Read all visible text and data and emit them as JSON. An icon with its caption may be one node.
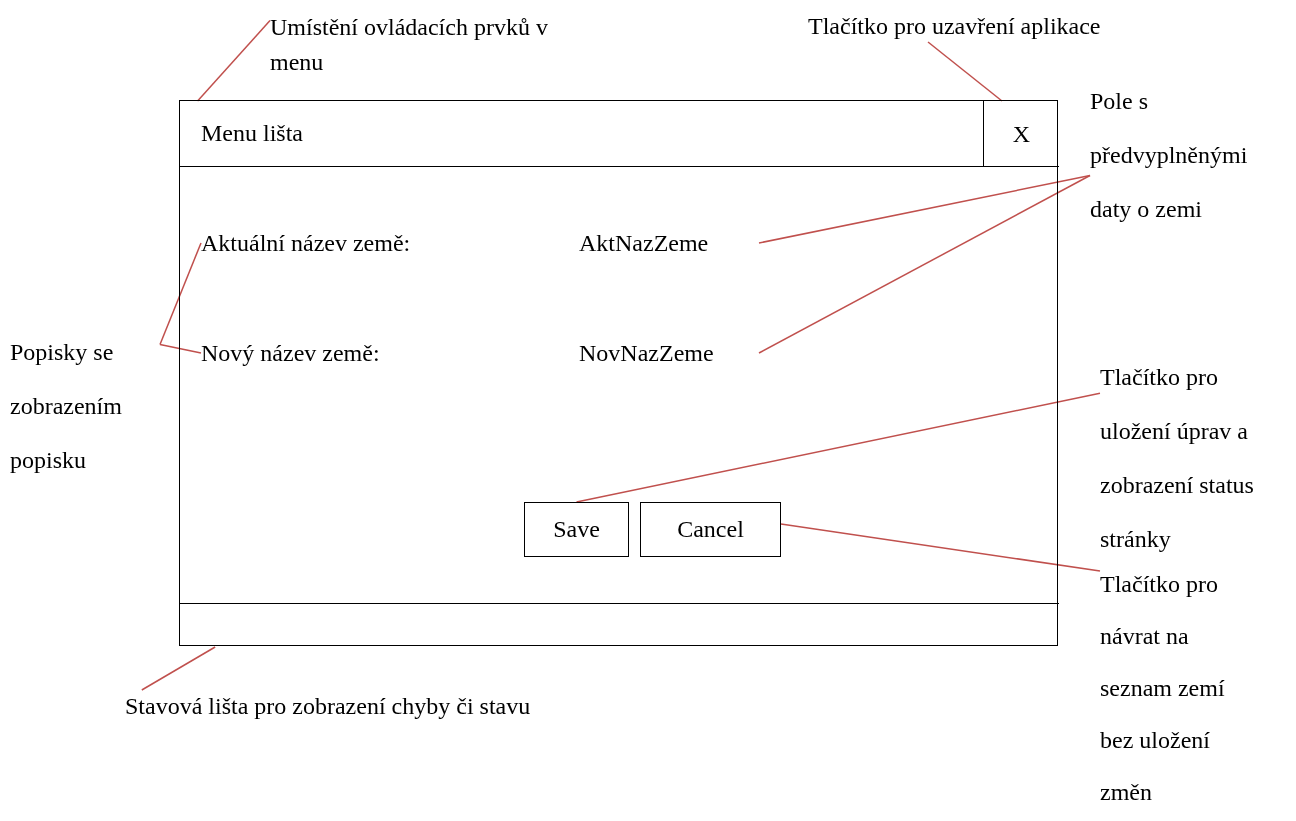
{
  "diagram": {
    "nodes": [
      {
        "text": [],
        "shape": "box"
      },
      {
        "text": [
          "Menu lišta"
        ],
        "in": 0
      },
      {
        "text": [
          "X"
        ],
        "in": 1
      },
      {
        "text": [
          "Aktuální název země:"
        ],
        "in": 0
      },
      {
        "text": [
          "AktNazZeme"
        ],
        "in": 0
      },
      {
        "text": [
          "Nový název země:"
        ],
        "in": 0
      },
      {
        "text": [
          "NovNazZeme"
        ],
        "in": 0
      },
      {
        "text": [
          "Save"
        ],
        "in": 0
      },
      {
        "text": [
          "Cancel"
        ],
        "in": 0
      },
      {
        "text": [],
        "shape": "bar",
        "in": 0
      },
      {
        "text": [
          "Umístění ovládacích prvků v menu"
        ]
      },
      {
        "text": [
          "Tlačítko pro uzavření aplikace"
        ]
      },
      {
        "text": [
          "Pole s předvyplněnými daty o zemi"
        ]
      },
      {
        "text": [
          "Popisky se zobrazením popisku"
        ]
      },
      {
        "text": [
          "Tlačítko pro uložení úprav a zobrazení status stránky"
        ]
      },
      {
        "text": [
          "Tlačítko pro návrat na seznam zemí bez uložení změn"
        ]
      },
      {
        "text": [
          "Stavová lišta pro zobrazení chyby či stavu"
        ]
      }
    ],
    "edges": [
      {
        "from": 10,
        "to": 1,
        "arrow": "none"
      },
      {
        "from": 11,
        "to": 2,
        "arrow": "none"
      },
      {
        "from": 12,
        "to": 4,
        "arrow": "none"
      },
      {
        "from": 12,
        "to": 6,
        "arrow": "none"
      },
      {
        "from": 13,
        "to": 3,
        "arrow": "none"
      },
      {
        "from": 13,
        "to": 5,
        "arrow": "none"
      },
      {
        "from": 14,
        "to": 7,
        "arrow": "none"
      },
      {
        "from": 15,
        "to": 8,
        "arrow": "none"
      },
      {
        "from": 16,
        "to": 9,
        "arrow": "none"
      }
    ]
  }
}
